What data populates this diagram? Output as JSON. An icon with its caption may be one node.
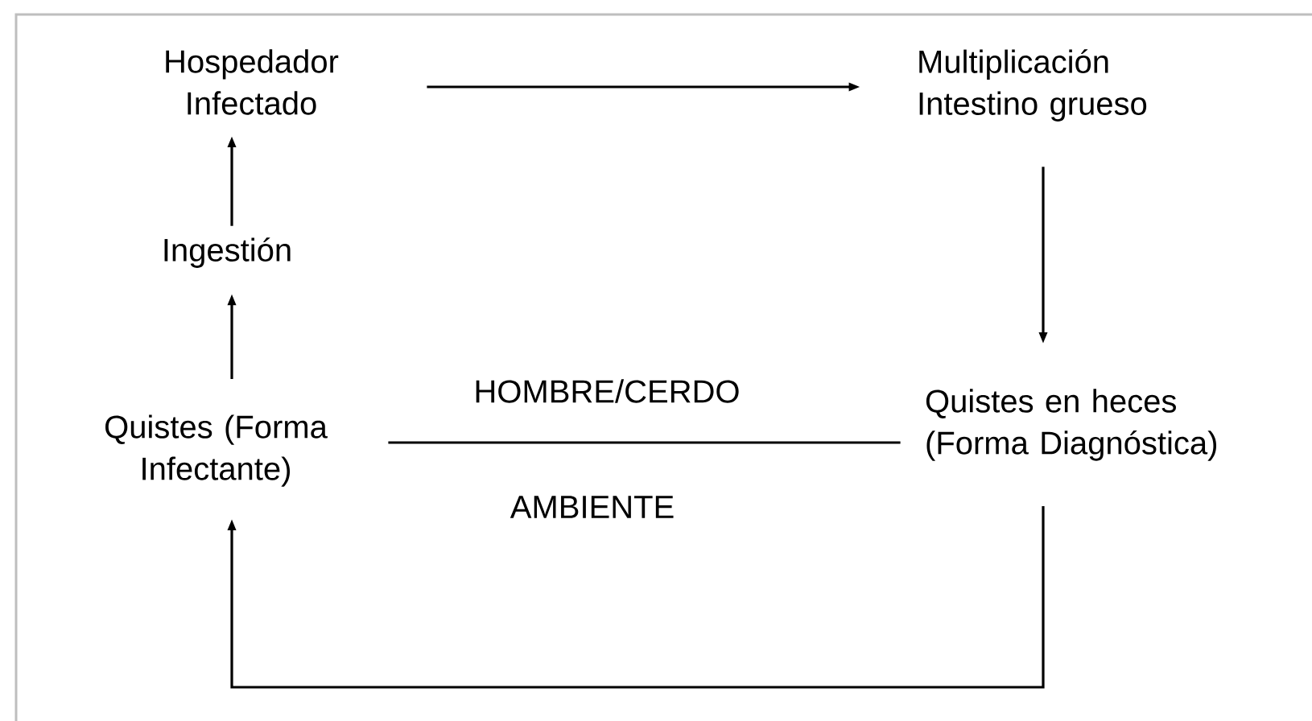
{
  "diagram": {
    "nodes": [
      {
        "text": [
          "Hospedador Infectado"
        ]
      },
      {
        "text": [
          "Multiplicación Intestino grueso"
        ]
      },
      {
        "text": [
          "Quistes en heces (Forma Diagnóstica)"
        ]
      },
      {
        "text": [
          "Quistes (Forma Infectante)"
        ]
      },
      {
        "text": [
          "Ingestión"
        ]
      }
    ],
    "edges": [
      {
        "from": 0,
        "to": 1,
        "arrow": "to"
      },
      {
        "from": 1,
        "to": 2,
        "arrow": "to"
      },
      {
        "from": 2,
        "to": 3,
        "arrow": "to"
      },
      {
        "from": 3,
        "to": 4,
        "arrow": "to"
      },
      {
        "from": 4,
        "to": 0,
        "arrow": "to"
      },
      {
        "from": 3,
        "to": 2,
        "arrow": "none"
      }
    ],
    "labels": [
      "HOMBRE/CERDO",
      "AMBIENTE"
    ]
  }
}
